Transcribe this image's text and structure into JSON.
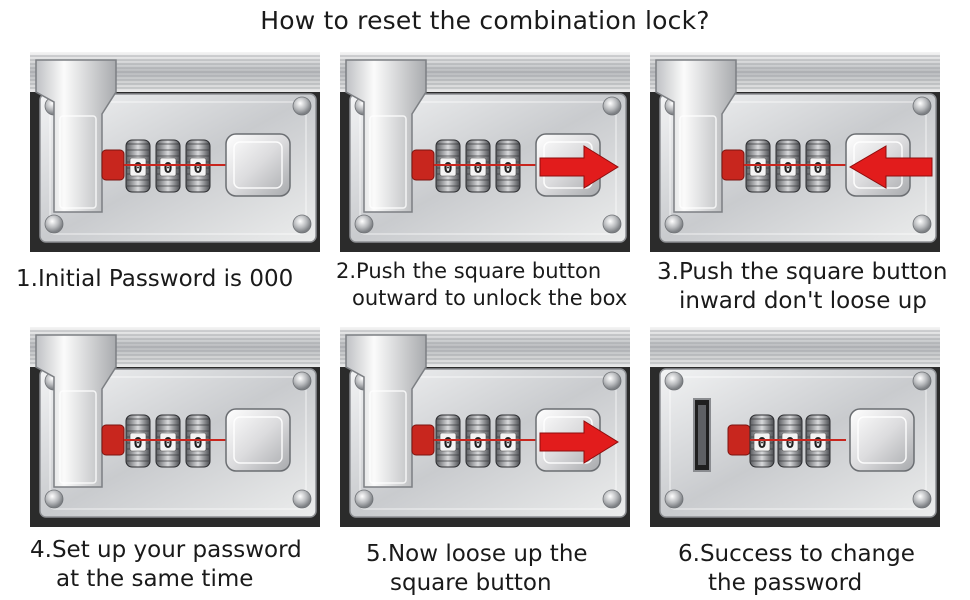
{
  "title": "How to reset the combination  lock?",
  "steps": [
    {
      "line1": "1.Initial Password is 000",
      "line2": "",
      "arrow": "none",
      "digits": [
        "0",
        "0",
        "0"
      ]
    },
    {
      "line1": "2.Push the square button",
      "line2": "outward to unlock the box",
      "arrow": "right",
      "digits": [
        "0",
        "0",
        "0"
      ]
    },
    {
      "line1": "3.Push the square button",
      "line2": "inward don't loose up",
      "arrow": "left",
      "digits": [
        "0",
        "0",
        "0"
      ]
    },
    {
      "line1": "4.Set up your password",
      "line2": "at the same time",
      "arrow": "none",
      "digits": [
        "0",
        "0",
        "0"
      ]
    },
    {
      "line1": "5.Now loose up the",
      "line2": "square button",
      "arrow": "right",
      "digits": [
        "0",
        "0",
        "0"
      ]
    },
    {
      "line1": "6.Success to change",
      "line2": "the password",
      "arrow": "none",
      "digits": [
        "0",
        "0",
        "0"
      ]
    }
  ],
  "colors": {
    "arrow": "#e21c1c",
    "latch_tab": "#c8261e",
    "plate": "#d9dadc",
    "background": "#2b2b2b"
  }
}
